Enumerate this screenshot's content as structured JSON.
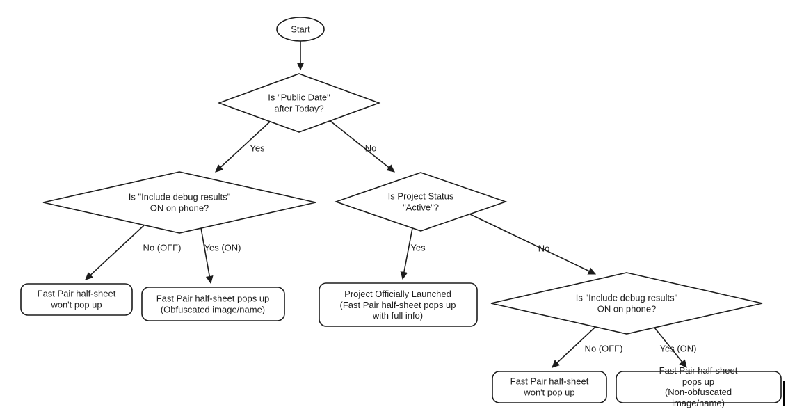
{
  "colors": {
    "background": "#ffffff",
    "stroke": "#1c1c1c",
    "text": "#1c1c1c"
  },
  "flowchart": {
    "nodes": {
      "start": {
        "type": "terminator",
        "label": "Start"
      },
      "decision_public_date": {
        "type": "decision",
        "label": "Is \"Public Date\"\nafter Today?"
      },
      "decision_debug_left": {
        "type": "decision",
        "label": "Is \"Include debug results\"\nON on phone?"
      },
      "decision_project_status": {
        "type": "decision",
        "label": "Is Project Status\n\"Active\"?"
      },
      "decision_debug_right": {
        "type": "decision",
        "label": "Is \"Include debug results\"\nON on phone?"
      },
      "result_no_popup_left": {
        "type": "result",
        "label": "Fast Pair half-sheet\nwon't pop up"
      },
      "result_obfuscated": {
        "type": "result",
        "label": "Fast Pair half-sheet pops up\n(Obfuscated image/name)"
      },
      "result_launched": {
        "type": "result",
        "label": "Project Officially Launched\n(Fast Pair half-sheet pops up\nwith full info)"
      },
      "result_no_popup_right": {
        "type": "result",
        "label": "Fast Pair half-sheet\nwon't pop up"
      },
      "result_non_obfuscated": {
        "type": "result",
        "label": "Fast Pair half-sheet pops up\n(Non-obfuscated image/name)"
      }
    },
    "edge_labels": {
      "yes_top": "Yes",
      "no_top": "No",
      "no_off_left": "No (OFF)",
      "yes_on_left": "Yes (ON)",
      "yes_mid": "Yes",
      "no_mid": "No",
      "no_off_right": "No (OFF)",
      "yes_on_right": "Yes (ON)"
    }
  }
}
